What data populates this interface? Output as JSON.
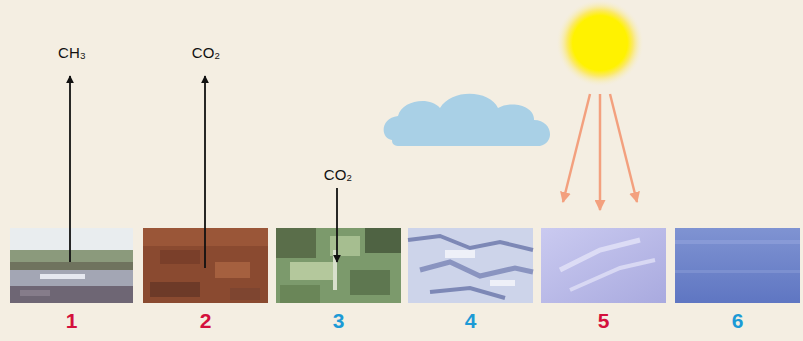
{
  "diagram": {
    "nodes": [
      {
        "text": [
          "1"
        ]
      },
      {
        "text": [
          "2"
        ]
      },
      {
        "text": [
          "3"
        ]
      },
      {
        "text": [
          "4"
        ]
      },
      {
        "text": [
          "5"
        ]
      },
      {
        "text": [
          "6"
        ]
      }
    ],
    "labels": [
      "CH₃",
      "CO₂",
      "CO₂"
    ]
  }
}
